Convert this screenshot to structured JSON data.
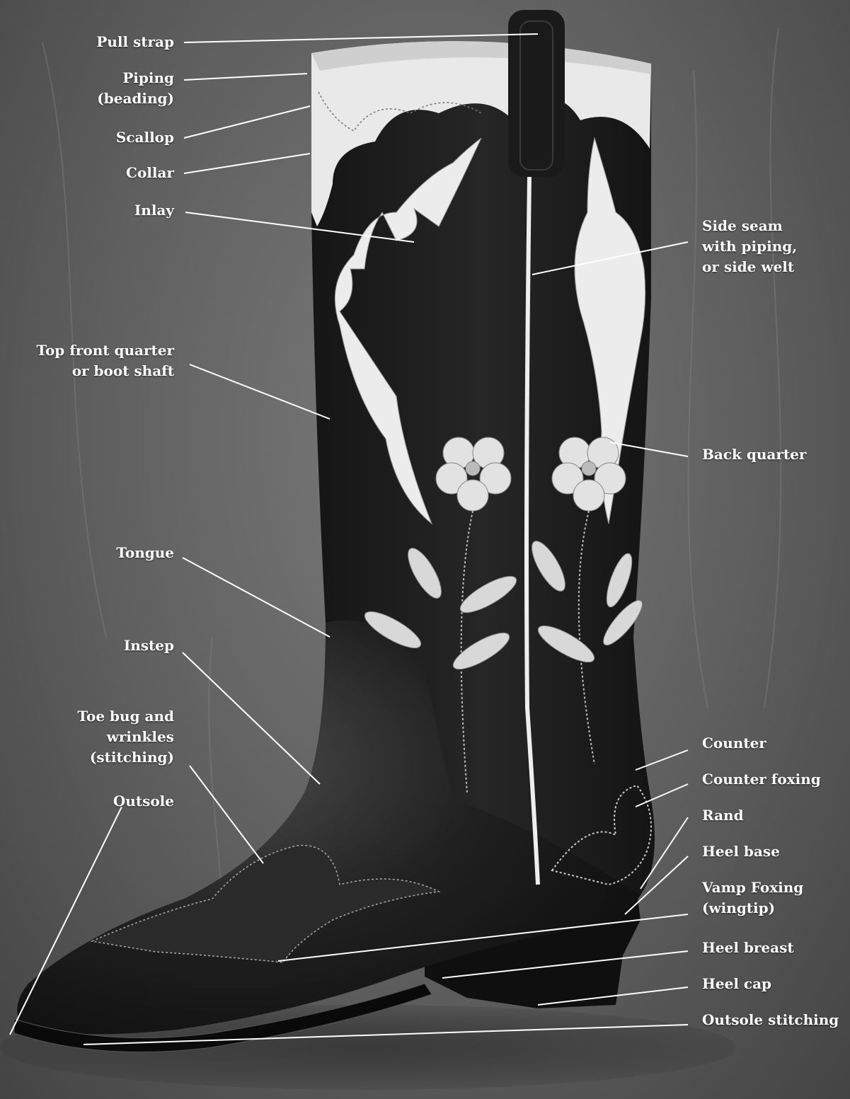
{
  "labels_left": [
    {
      "id": "pull-strap",
      "lines": [
        "Pull strap"
      ]
    },
    {
      "id": "piping",
      "lines": [
        "Piping",
        "(beading)"
      ]
    },
    {
      "id": "scallop",
      "lines": [
        "Scallop"
      ]
    },
    {
      "id": "collar",
      "lines": [
        "Collar"
      ]
    },
    {
      "id": "inlay",
      "lines": [
        "Inlay"
      ]
    },
    {
      "id": "top-front-quarter",
      "lines": [
        "Top front quarter",
        "or boot shaft"
      ]
    },
    {
      "id": "tongue",
      "lines": [
        "Tongue"
      ]
    },
    {
      "id": "instep",
      "lines": [
        "Instep"
      ]
    },
    {
      "id": "toe-bug",
      "lines": [
        "Toe bug and",
        "wrinkles",
        "(stitching)"
      ]
    },
    {
      "id": "outsole",
      "lines": [
        "Outsole"
      ]
    }
  ],
  "labels_right": [
    {
      "id": "side-seam",
      "lines": [
        "Side seam",
        "with piping,",
        "or side welt"
      ]
    },
    {
      "id": "back-quarter",
      "lines": [
        "Back quarter"
      ]
    },
    {
      "id": "counter",
      "lines": [
        "Counter"
      ]
    },
    {
      "id": "counter-foxing",
      "lines": [
        "Counter foxing"
      ]
    },
    {
      "id": "rand",
      "lines": [
        "Rand"
      ]
    },
    {
      "id": "heel-base",
      "lines": [
        "Heel base"
      ]
    },
    {
      "id": "vamp-foxing",
      "lines": [
        "Vamp Foxing",
        "(wingtip)"
      ]
    },
    {
      "id": "heel-breast",
      "lines": [
        "Heel breast"
      ]
    },
    {
      "id": "heel-cap",
      "lines": [
        "Heel cap"
      ]
    },
    {
      "id": "outsole-stitching",
      "lines": [
        "Outsole stitching"
      ]
    }
  ],
  "colors": {
    "leader": "#ffffff",
    "label": "#ffffff",
    "leather_dark": "#1c1c1c",
    "leather_light": "#e8e8e8",
    "backdrop": "#6a6a6a"
  }
}
